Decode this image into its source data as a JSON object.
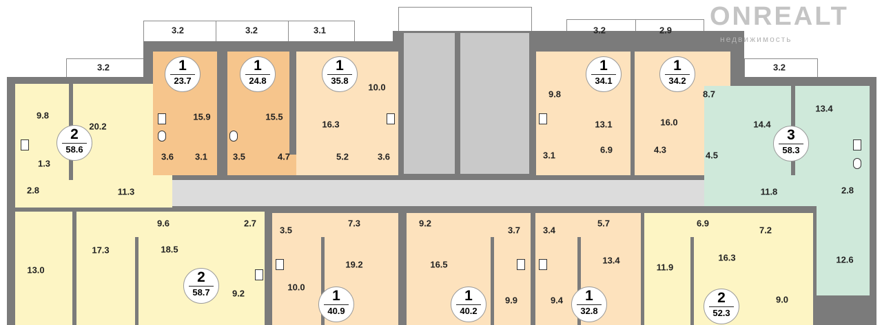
{
  "watermark": {
    "logo": "ONREALT",
    "tagline": "недвижимость"
  },
  "colors": {
    "yellow": "#fdf5c4",
    "orange": "#f6c58c",
    "peach": "#fde2bd",
    "green": "#cfe9da",
    "wall": "#7b7b7b",
    "corridor": "#dcdcdc"
  },
  "balconies": [
    "3.2",
    "3.2",
    "3.1",
    "3.2",
    "2.9",
    "3.2",
    "3.2"
  ],
  "apartments": [
    {
      "rooms": "2",
      "area": "58.6",
      "labels": [
        "9.8",
        "20.2",
        "1.3",
        "2.8",
        "11.3"
      ]
    },
    {
      "rooms": "1",
      "area": "23.7",
      "labels": [
        "15.9",
        "3.6",
        "3.1"
      ]
    },
    {
      "rooms": "1",
      "area": "24.8",
      "labels": [
        "15.5",
        "3.5",
        "4.7"
      ]
    },
    {
      "rooms": "1",
      "area": "35.8",
      "labels": [
        "10.0",
        "16.3",
        "5.2",
        "3.6"
      ]
    },
    {
      "rooms": "1",
      "area": "34.1",
      "labels": [
        "9.8",
        "13.1",
        "3.1",
        "6.9"
      ]
    },
    {
      "rooms": "1",
      "area": "34.2",
      "labels": [
        "8.7",
        "16.0",
        "4.3",
        "4.5"
      ]
    },
    {
      "rooms": "3",
      "area": "58.3",
      "labels": [
        "14.4",
        "13.4",
        "11.8",
        "2.8",
        "12.6"
      ]
    },
    {
      "rooms": "2",
      "area": "58.7",
      "labels": [
        "13.0",
        "17.3",
        "9.6",
        "2.7",
        "18.5",
        "9.2"
      ]
    },
    {
      "rooms": "1",
      "area": "40.9",
      "labels": [
        "3.5",
        "7.3",
        "10.0",
        "19.2"
      ]
    },
    {
      "rooms": "1",
      "area": "40.2",
      "labels": [
        "9.2",
        "3.7",
        "16.5",
        "9.9"
      ]
    },
    {
      "rooms": "1",
      "area": "32.8",
      "labels": [
        "3.4",
        "5.7",
        "13.4",
        "9.4"
      ]
    },
    {
      "rooms": "2",
      "area": "52.3",
      "labels": [
        "6.9",
        "7.2",
        "11.9",
        "16.3",
        "9.0"
      ]
    }
  ]
}
